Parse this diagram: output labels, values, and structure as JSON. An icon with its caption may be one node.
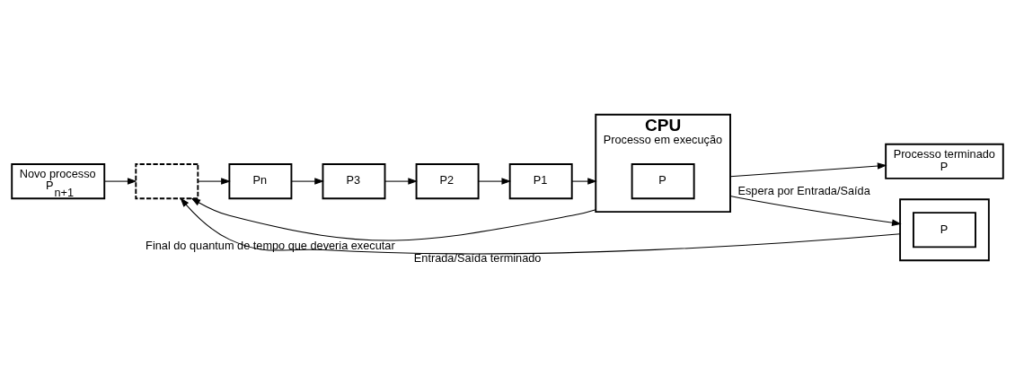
{
  "diagram": {
    "nodes": [
      {
        "text": [
          "Novo processo",
          "P$_{n+1}$"
        ]
      },
      {
        "text": [],
        "shape": "box"
      },
      {
        "text": [
          "Pn"
        ]
      },
      {
        "text": [
          "P3"
        ]
      },
      {
        "text": [
          "P2"
        ]
      },
      {
        "text": [
          "P1"
        ]
      },
      {
        "text": [
          "CPU",
          "Processo em execução"
        ]
      },
      {
        "text": [
          "P"
        ],
        "in": 6
      },
      {
        "text": [
          "Processo terminado",
          "P"
        ]
      },
      {
        "text": [],
        "shape": "box"
      },
      {
        "text": [
          "P"
        ],
        "in": 9
      }
    ],
    "edges": [
      {
        "from": 0,
        "to": 1,
        "arrow": "to"
      },
      {
        "from": 1,
        "to": 2,
        "arrow": "to"
      },
      {
        "from": 2,
        "to": 3,
        "arrow": "to"
      },
      {
        "from": 3,
        "to": 4,
        "arrow": "to"
      },
      {
        "from": 4,
        "to": 5,
        "arrow": "to"
      },
      {
        "from": 5,
        "to": 6,
        "arrow": "to"
      },
      {
        "from": 6,
        "to": 8,
        "arrow": "to"
      },
      {
        "from": 6,
        "to": 1,
        "arrow": "to",
        "label": "Final do quantum de tempo que deveria executar"
      },
      {
        "from": 6,
        "to": 9,
        "arrow": "to",
        "label": "Espera por Entrada/Saída"
      },
      {
        "from": 9,
        "to": 1,
        "arrow": "to",
        "label": "Entrada/Saída terminado"
      }
    ]
  }
}
